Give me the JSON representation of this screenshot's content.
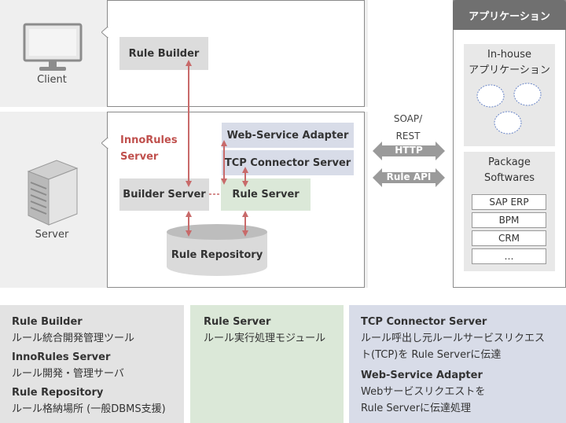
{
  "client": {
    "label": "Client"
  },
  "server": {
    "label": "Server"
  },
  "inno_server": {
    "line1": "InnoRules",
    "line2": "Server"
  },
  "components": {
    "rule_builder": "Rule Builder",
    "web_service_adapter": "Web-Service Adapter",
    "tcp_connector": "TCP Connector Server",
    "builder_server": "Builder Server",
    "rule_server": "Rule Server",
    "rule_repository": "Rule Repository"
  },
  "protocols": {
    "soap_line1": "SOAP/",
    "soap_line2": "REST",
    "http": "HTTP",
    "rule_api": "Rule API"
  },
  "applications": {
    "header": "アプリケーション",
    "inhouse_line1": "In-house",
    "inhouse_line2": "アプリケーション",
    "package_line1": "Package",
    "package_line2": "Softwares",
    "package_items": [
      "SAP ERP",
      "BPM",
      "CRM",
      "…"
    ]
  },
  "legend": {
    "rule_builder_title": "Rule Builder",
    "rule_builder_desc": "ルール統合開発管理ツール",
    "innorules_title": "InnoRules Server",
    "innorules_desc": "ルール開発・管理サーバ",
    "repository_title": "Rule Repository",
    "repository_desc": "ルール格納場所 (一般DBMS支援)",
    "rule_server_title": "Rule Server",
    "rule_server_desc": "ルール実行処理モジュール",
    "tcp_title": "TCP Connector Server",
    "tcp_desc_line1": "ルール呼出し元ルールサービスリクエス",
    "tcp_desc_line2": "ト(TCP)を Rule Serverに伝達",
    "wsa_title": "Web-Service Adapter",
    "wsa_desc_line1": "Webサービスリクエストを",
    "wsa_desc_line2": "Rule Serverに伝達処理"
  },
  "colors": {
    "accent_red": "#c0504d",
    "arrow_red": "#c86a6a",
    "gray_box": "#dcdcdc",
    "blue_box": "#d8dce8",
    "green_box": "#dbe8d8"
  }
}
